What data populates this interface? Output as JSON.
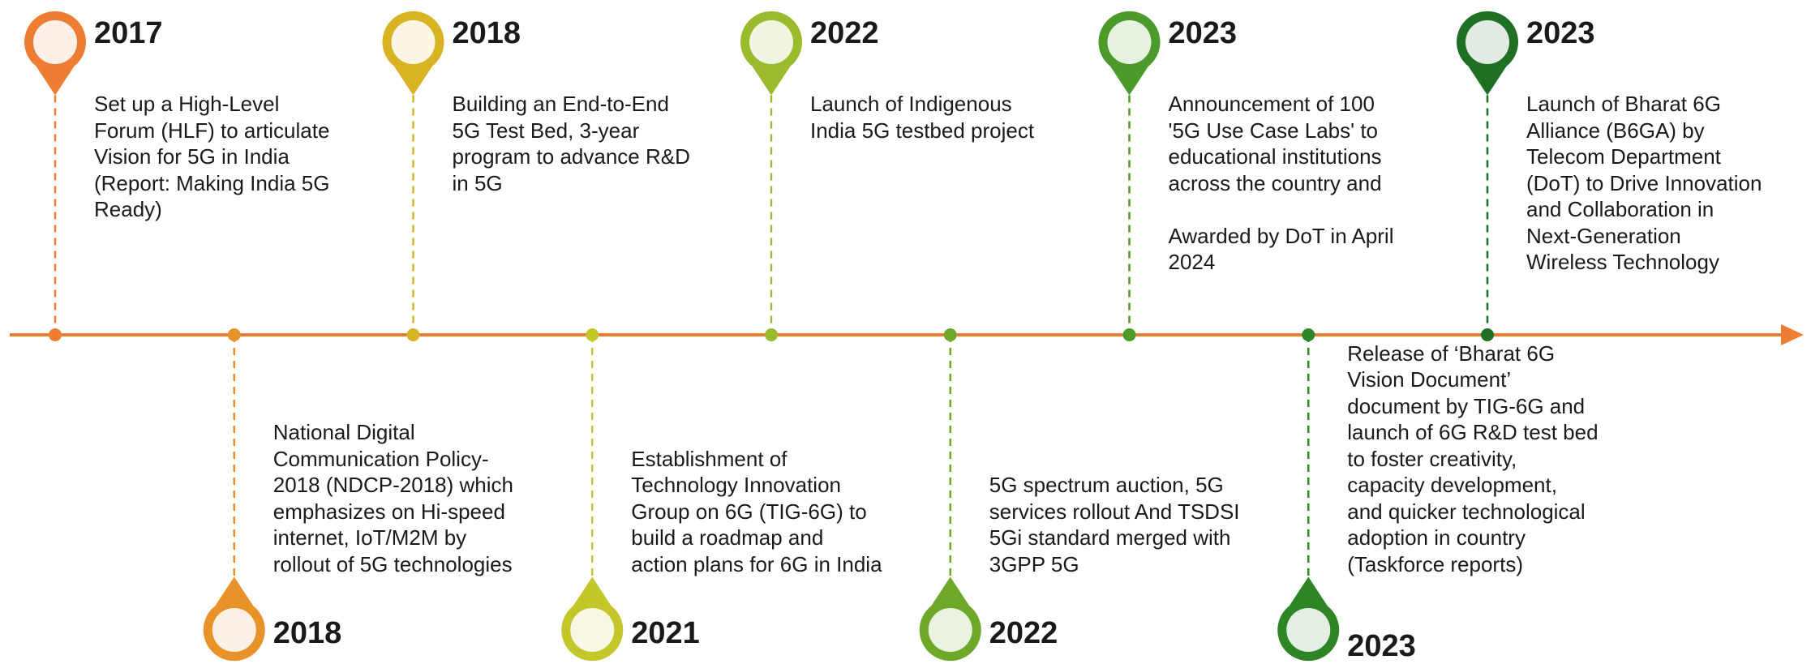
{
  "timeline": {
    "colors": {
      "axis": "#ED7D31",
      "pin_fill": "#FFFFFF",
      "text": "#1a1a1a"
    },
    "events": [
      {
        "id": "2017",
        "year": "2017",
        "color": "#ED7D31",
        "tint": "#FDF0E8",
        "position": "top",
        "description": "Set up a High-Level\nForum (HLF) to articulate\nVision for 5G in India\n(Report: Making India 5G\nReady)"
      },
      {
        "id": "2018-ndcp",
        "year": "2018",
        "color": "#E8922A",
        "tint": "#FCF1E6",
        "position": "bottom",
        "description": "National Digital\nCommunication Policy-\n2018 (NDCP-2018) which\nemphasizes on Hi-speed\ninternet, IoT/M2M by\nrollout of 5G technologies"
      },
      {
        "id": "2018-testbed",
        "year": "2018",
        "color": "#D8B424",
        "tint": "#FBF6E4",
        "position": "top",
        "description": "Building an End-to-End\n5G Test Bed, 3-year\nprogram to advance R&D\nin 5G"
      },
      {
        "id": "2021",
        "year": "2021",
        "color": "#C3C72A",
        "tint": "#F8F8E4",
        "position": "bottom",
        "description": "Establishment of\nTechnology Innovation\nGroup on 6G (TIG-6G) to\nbuild a roadmap and\naction plans for 6G in India"
      },
      {
        "id": "2022-indigenous",
        "year": "2022",
        "color": "#9BBB2E",
        "tint": "#F0F5E2",
        "position": "top",
        "description": "Launch of Indigenous\nIndia 5G testbed project"
      },
      {
        "id": "2022-auction",
        "year": "2022",
        "color": "#6EA828",
        "tint": "#EAF3E2",
        "position": "bottom",
        "description": "5G spectrum auction, 5G\nservices rollout And TSDSI\n5Gi standard merged with\n3GPP 5G"
      },
      {
        "id": "2023-labs",
        "year": "2023",
        "color": "#4C9A2A",
        "tint": "#E6F1E2",
        "position": "top",
        "description": "Announcement of 100\n'5G Use Case Labs' to\neducational institutions\nacross the country and\n\nAwarded by DoT in April\n2024"
      },
      {
        "id": "2023-vision",
        "year": "2023",
        "color": "#2E8526",
        "tint": "#E3EFE2",
        "position": "bottom",
        "description": "Release of ‘Bharat 6G\nVision Document’\ndocument  by TIG-6G and\nlaunch of 6G R&D test bed\nto foster creativity,\ncapacity development,\nand quicker technological\nadoption in country\n(Taskforce reports)"
      },
      {
        "id": "2023-alliance",
        "year": "2023",
        "color": "#1F6F24",
        "tint": "#E2ECE2",
        "position": "top",
        "description": "Launch of Bharat 6G\nAlliance (B6GA) by\nTelecom Department\n(DoT) to Drive Innovation\nand Collaboration in\nNext-Generation\nWireless Technology"
      }
    ]
  }
}
